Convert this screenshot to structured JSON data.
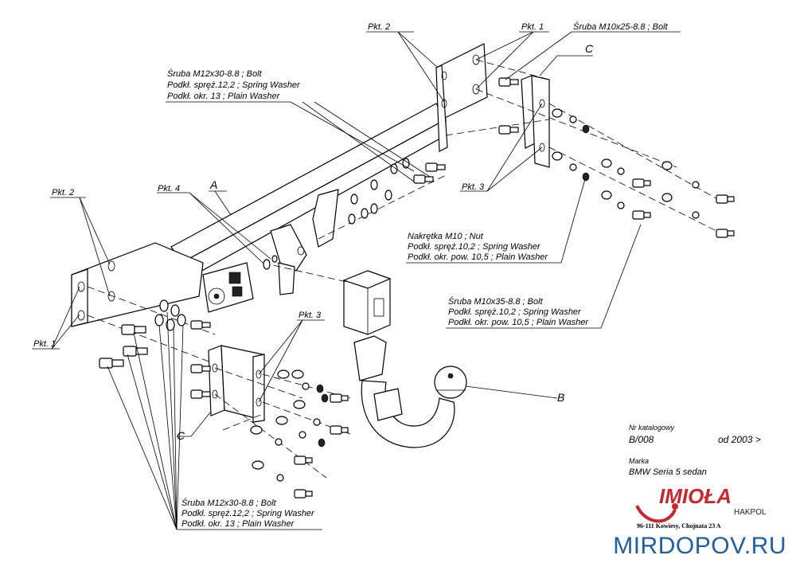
{
  "labels": {
    "pkt1": "Pkt. 1",
    "pkt2": "Pkt. 2",
    "pkt3": "Pkt. 3",
    "pkt4": "Pkt. 4",
    "a": "A",
    "b": "B",
    "c": "C"
  },
  "notes": {
    "bolt_top_right": "Śruba M10x25-8.8 ;  Bolt",
    "group_top": [
      "Śruba M12x30-8.8 ;  Bolt",
      "Podkł. spręż.12,2 ; Spring Washer",
      "Podkł. okr. 13 ; Plain Washer"
    ],
    "group_nut": [
      "Nakrętka  M10 ; Nut",
      "Podkł. spręż.10,2 ; Spring Washer",
      "Podkł. okr. pow. 10,5 ; Plain Washer"
    ],
    "group_m10x35": [
      "Śruba M10x35-8.8 ;  Bolt",
      "Podkł. spręż.10,2 ; Spring Washer",
      "Podkł. okr. pow. 10,5 ; Plain Washer"
    ],
    "group_bottom": [
      "Śruba M12x30-8.8 ;  Bolt",
      "Podkł. spręż.12,2 ; Spring Washer",
      "Podkł. okr. 13 ; Plain Washer"
    ]
  },
  "catalog": {
    "nr_label": "Nr katalogowy",
    "nr_value": "B/008",
    "since": "od  2003 >",
    "marka_label": "Marka",
    "marka_value": "BMW Seria 5 sedan"
  },
  "brand": {
    "name": "IMIOŁA",
    "sub": "HAKPOL",
    "address": "96-111 Kowiesy, Chojnata 23 A",
    "color": "#c8282b"
  },
  "watermark": "MIRDOPOV.RU"
}
